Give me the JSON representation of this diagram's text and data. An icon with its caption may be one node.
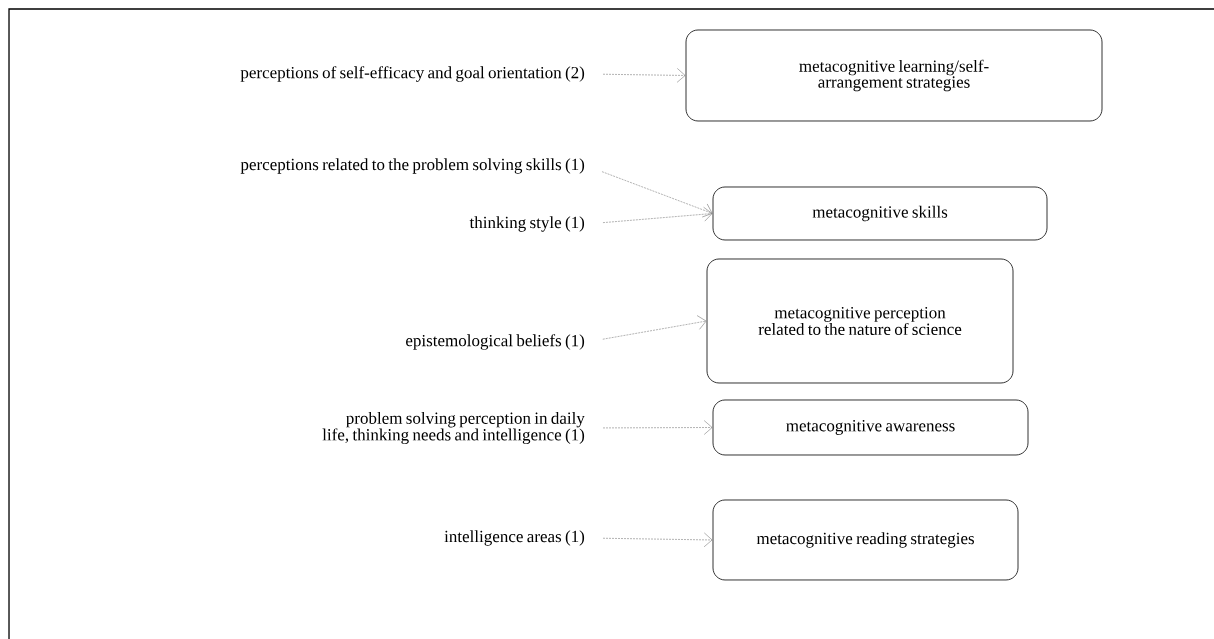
{
  "diagram": {
    "nodes": [
      {
        "text": [
          "perceptions of self-efficacy and goal orientation (2)"
        ]
      },
      {
        "text": [
          "metacognitive learning/self-arrangement strategies"
        ]
      },
      {
        "text": [
          "perceptions related to the problem solving skills (1)"
        ]
      },
      {
        "text": [
          "thinking style (1)"
        ]
      },
      {
        "text": [
          "metacognitive skills"
        ]
      },
      {
        "text": [
          "epistemological beliefs (1)"
        ]
      },
      {
        "text": [
          "metacognitive perception related to the nature of science"
        ]
      },
      {
        "text": [
          "problem solving perception in daily life, thinking needs and intelligence (1)"
        ]
      },
      {
        "text": [
          "metacognitive awareness"
        ]
      },
      {
        "text": [
          "intelligence areas (1)"
        ]
      },
      {
        "text": [
          "metacognitive reading strategies"
        ]
      }
    ],
    "edges": [
      {
        "from": 0,
        "to": 1,
        "arrow": "to",
        "style": "dashed"
      },
      {
        "from": 2,
        "to": 4,
        "arrow": "to",
        "style": "dashed"
      },
      {
        "from": 3,
        "to": 4,
        "arrow": "to",
        "style": "dashed"
      },
      {
        "from": 5,
        "to": 6,
        "arrow": "to",
        "style": "dashed"
      },
      {
        "from": 7,
        "to": 8,
        "arrow": "to",
        "style": "dashed"
      },
      {
        "from": 9,
        "to": 10,
        "arrow": "to",
        "style": "dashed"
      }
    ]
  }
}
